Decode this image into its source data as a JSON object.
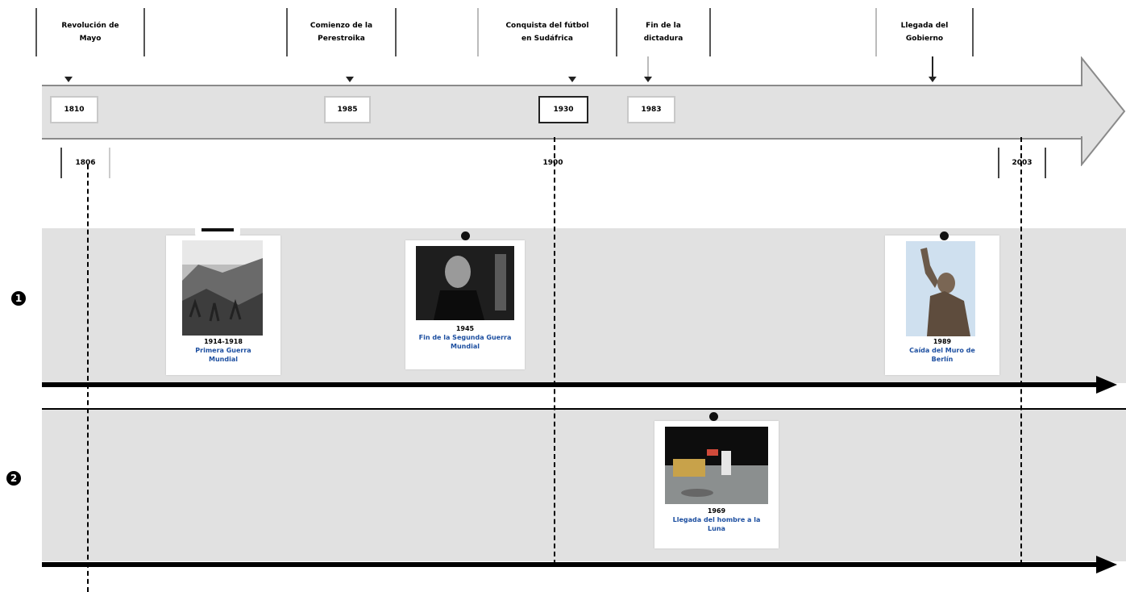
{
  "events_top": [
    {
      "line1": "Revolución de",
      "line2": "Mayo"
    },
    {
      "line1": "Comienzo de la",
      "line2": "Perestroika"
    },
    {
      "line1": "Conquista del fútbol",
      "line2": "en Sudáfrica"
    },
    {
      "line1": "Fin de la",
      "line2": "dictadura"
    },
    {
      "line1": "Llegada del",
      "line2": "Gobierno"
    }
  ],
  "dates": [
    "1810",
    "1985",
    "1930",
    "1983"
  ],
  "eras": [
    "1806",
    "1900",
    "2003"
  ],
  "lanes": [
    {
      "number": "1"
    },
    {
      "number": "2"
    }
  ],
  "cards": [
    {
      "year": "1914-1918",
      "text": "Primera Guerra Mundial",
      "tab": ""
    },
    {
      "year": "1945",
      "text": "Fin de la Segunda Guerra Mundial"
    },
    {
      "year": "1989",
      "text": "Caída del Muro de Berlín"
    },
    {
      "year": "1969",
      "text": "Llegada del hombre a la Luna"
    }
  ],
  "colors": {
    "band": "#e1e1e1",
    "accent": "#1d4fa0"
  }
}
